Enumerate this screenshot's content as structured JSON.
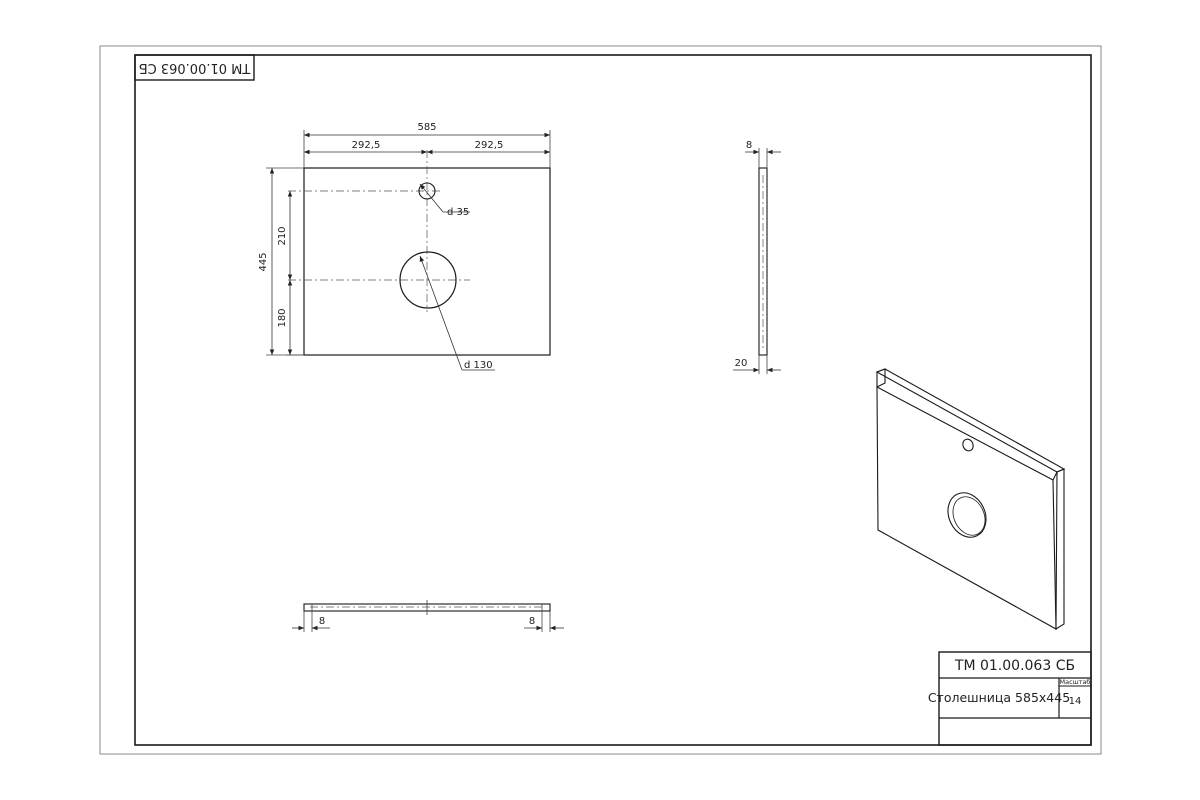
{
  "stamp": {
    "code_inverted": "TM 01.00.063 СБ"
  },
  "front_view": {
    "dim_total_width": "585",
    "dim_half_left": "292,5",
    "dim_half_right": "292,5",
    "dim_total_height": "445",
    "dim_upper": "210",
    "dim_lower": "180",
    "small_hole": "d 35",
    "large_hole": "d 130"
  },
  "side_view": {
    "dim_thickness_top": "8",
    "dim_thickness_bottom": "20"
  },
  "bottom_view": {
    "dim_left": "8",
    "dim_right": "8"
  },
  "title_block": {
    "code": "ТМ 01.00.063 СБ",
    "name": "Столешница 585х445",
    "scale_label": "Масштаб",
    "scale_value": "14"
  }
}
